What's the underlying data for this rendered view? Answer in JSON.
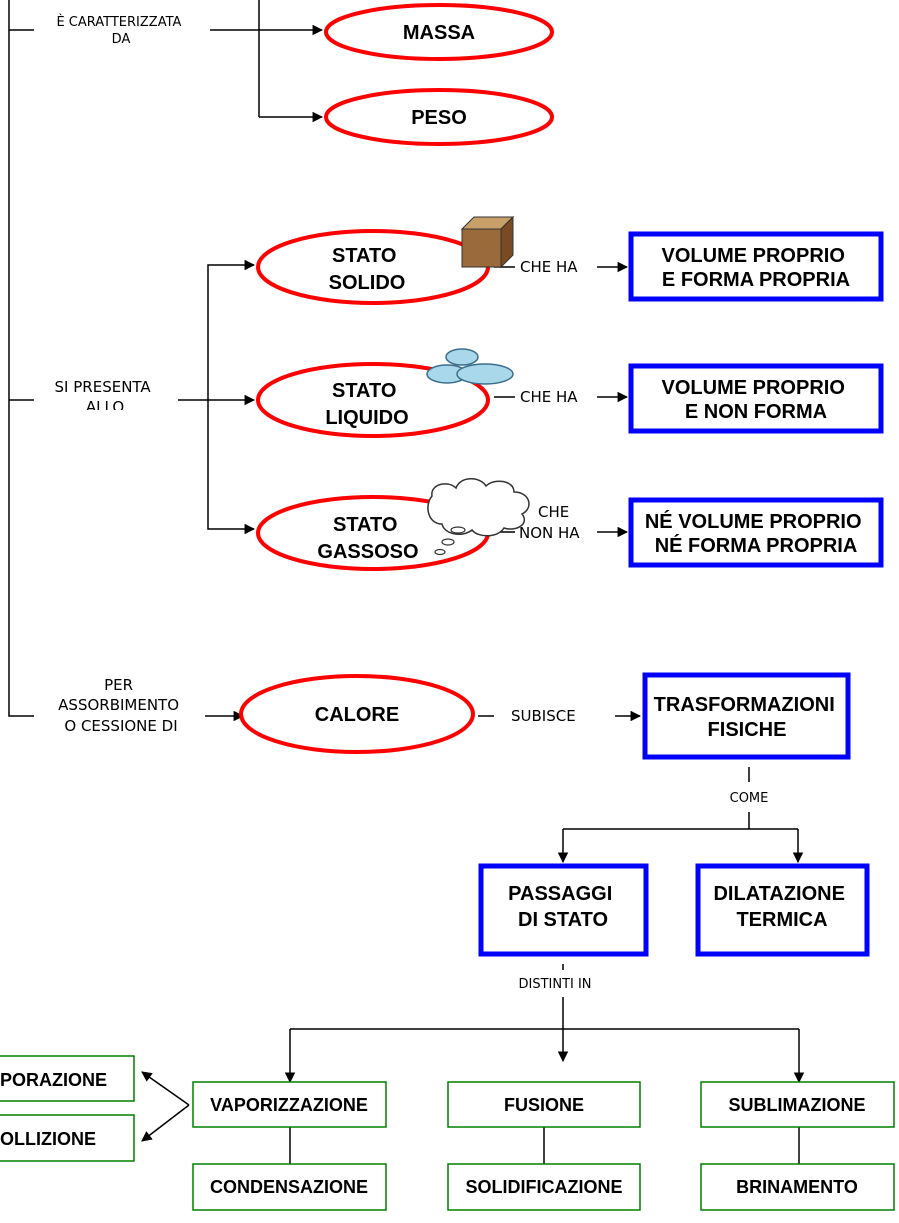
{
  "links": {
    "caratterizzata": [
      "È CARATTERIZZATA",
      "DA"
    ],
    "si_presenta": [
      "SI PRESENTA",
      "ALLO"
    ],
    "per_assorbimento": [
      "PER",
      "ASSORBIMENTO",
      "O CESSIONE DI"
    ],
    "che_ha_1": "CHE HA",
    "che_ha_2": "CHE HA",
    "che_non_ha": [
      "CHE",
      "NON HA"
    ],
    "subisce": "SUBISCE",
    "come": "COME",
    "distinti_in": "DISTINTI IN"
  },
  "ovals": {
    "massa": "MASSA",
    "peso": "PESO",
    "solido": [
      "STATO",
      "SOLIDO"
    ],
    "liquido": [
      "STATO",
      "LIQUIDO"
    ],
    "gassoso": [
      "STATO",
      "GASSOSO"
    ],
    "calore": "CALORE"
  },
  "blue_boxes": {
    "solido": [
      "VOLUME PROPRIO",
      "E FORMA PROPRIA"
    ],
    "liquido": [
      "VOLUME PROPRIO",
      "E NON FORMA"
    ],
    "gassoso": [
      "NÉ VOLUME PROPRIO",
      "NÉ  FORMA PROPRIA"
    ],
    "trasformazioni": [
      "TRASFORMAZIONI",
      "FISICHE"
    ],
    "passaggi": [
      "PASSAGGI",
      "DI STATO"
    ],
    "dilatazione": [
      "DILATAZIONE",
      "TERMICA"
    ]
  },
  "green_boxes": {
    "evaporazione": "PORAZIONE",
    "ebollizione": "OLLIZIONE",
    "vaporizzazione": "VAPORIZZAZIONE",
    "condensazione": "CONDENSAZIONE",
    "fusione": "FUSIONE",
    "solidificazione": "SOLIDIFICAZIONE",
    "sublimazione": "SUBLIMAZIONE",
    "brinamento": "BRINAMENTO"
  },
  "colors": {
    "oval_border": "#ff0000",
    "concept_box_border": "#0000ff",
    "process_box_border": "#008000"
  },
  "icons": [
    "wooden-cube-icon",
    "water-drops-icon",
    "cloud-icon"
  ]
}
